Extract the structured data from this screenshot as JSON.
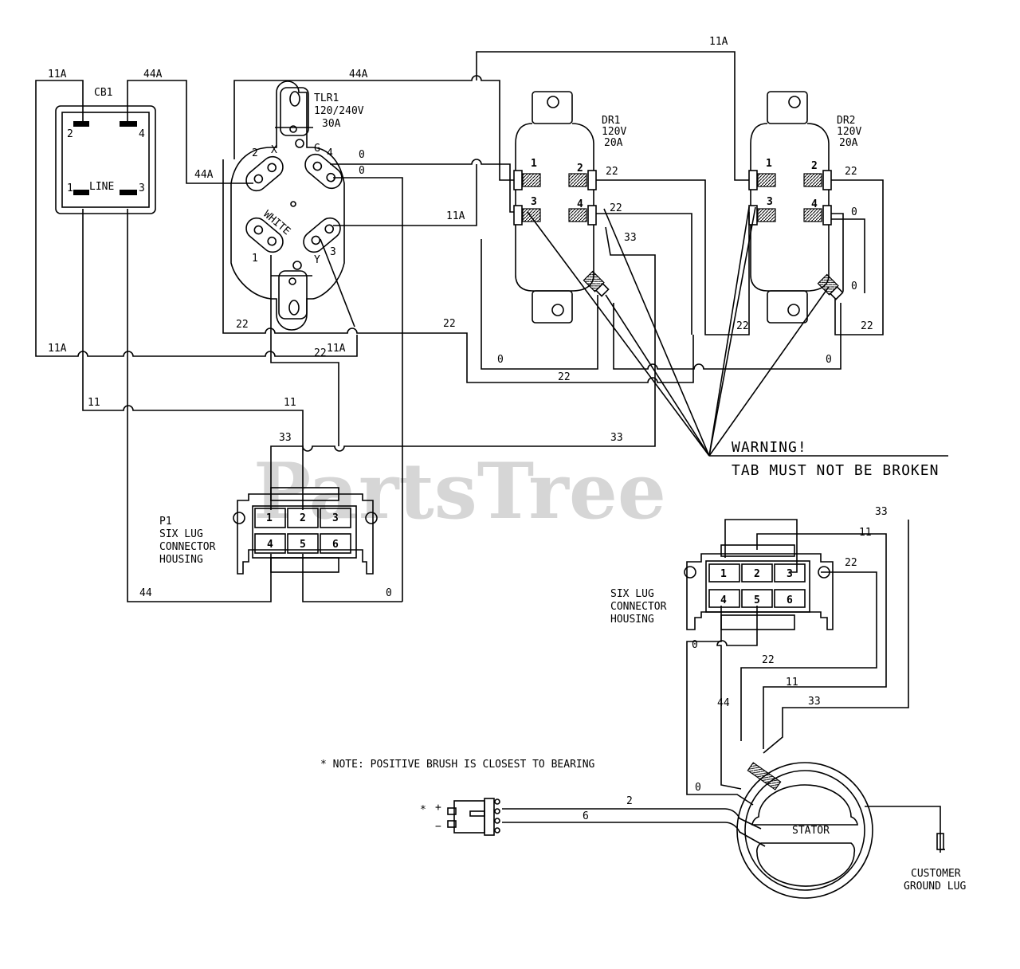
{
  "watermark": "PartsTree",
  "components": {
    "cb1": {
      "ref": "CB1",
      "line": "LINE",
      "terminals": [
        "2",
        "4",
        "1",
        "3"
      ]
    },
    "tlr1": {
      "ref": "TLR1",
      "rating": "120/240V",
      "amps": "30A",
      "white": "WHITE",
      "pins": [
        "2",
        "X",
        "G",
        "4",
        "1",
        "Y",
        "3"
      ]
    },
    "dr1": {
      "ref": "DR1",
      "volts": "120V",
      "amps": "20A",
      "terminals": [
        "1",
        "2",
        "3",
        "4"
      ]
    },
    "dr2": {
      "ref": "DR2",
      "volts": "120V",
      "amps": "20A",
      "terminals": [
        "1",
        "2",
        "3",
        "4"
      ]
    },
    "p1": {
      "ref": "P1",
      "line1": "SIX LUG",
      "line2": "CONNECTOR",
      "line3": "HOUSING",
      "pins": [
        "1",
        "2",
        "3",
        "4",
        "5",
        "6"
      ]
    },
    "six_lug": {
      "line1": "SIX LUG",
      "line2": "CONNECTOR",
      "line3": "HOUSING",
      "pins": [
        "1",
        "2",
        "3",
        "4",
        "5",
        "6"
      ]
    },
    "stator": {
      "label": "STATOR"
    },
    "brush": {
      "star": "*",
      "plus": "+",
      "minus": "−"
    },
    "ground": {
      "line1": "CUSTOMER",
      "line2": "GROUND LUG"
    }
  },
  "warning": {
    "title": "WARNING!",
    "text": "TAB MUST NOT BE BROKEN"
  },
  "note": "* NOTE: POSITIVE BRUSH IS CLOSEST TO BEARING",
  "wire_labels": {
    "w_11a_top": "11A",
    "w_44a_cb": "44A",
    "w_11a_cb": "11A",
    "w_44a_top": "44A",
    "w_44a_tlr": "44A",
    "w_0_a": "0",
    "w_0_b": "0",
    "w_11a_mid": "11A",
    "w_22_dr1_2": "22",
    "w_22_dr1_4": "22",
    "w_33_dr1": "33",
    "w_22_dr2_2": "22",
    "w_0_dr2_4": "0",
    "w_0_dr2_tab": "0",
    "w_22_tlr": "22",
    "w_22_mid": "22",
    "w_22_dr2_bl": "22",
    "w_22_dr2_br": "22",
    "w_11a_low_l": "11A",
    "w_11a_low_r": "11A",
    "w_0_low_l": "0",
    "w_0_low_r": "0",
    "w_22_low": "22",
    "w_22_p1": "22",
    "w_11_l": "11",
    "w_11_r": "11",
    "w_33_p1": "33",
    "w_33_long": "33",
    "w_44_bottom": "44",
    "w_0_bottom": "0",
    "w_33_stator": "33",
    "w_11_stator": "11",
    "w_22_stator": "22",
    "w_0_stator_a": "0",
    "w_22_stator_b": "22",
    "w_11_stator_b": "11",
    "w_33_stator_b": "33",
    "w_44_stator": "44",
    "w_0_stator_b": "0",
    "w_2_brush": "2",
    "w_6_brush": "6"
  }
}
